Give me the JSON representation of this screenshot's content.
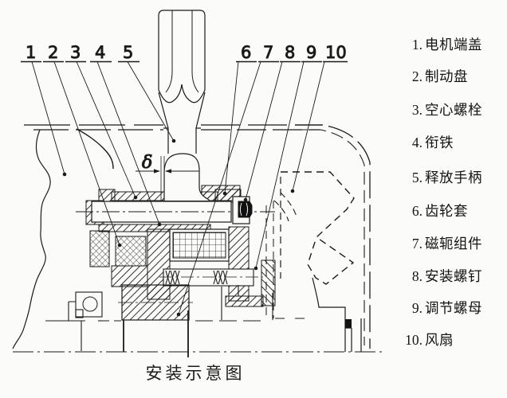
{
  "page": {
    "background_color": "#fbfbf9",
    "line_color": "#1b1b1b",
    "text_color": "#141414"
  },
  "caption": "安装示意图",
  "gap_symbol": "δ",
  "callouts": [
    {
      "label": "1"
    },
    {
      "label": "2"
    },
    {
      "label": "3"
    },
    {
      "label": "4"
    },
    {
      "label": "5"
    },
    {
      "label": "6"
    },
    {
      "label": "7"
    },
    {
      "label": "8"
    },
    {
      "label": "9"
    },
    {
      "label": "10"
    }
  ],
  "legend": {
    "items": [
      {
        "num": "1.",
        "label": "电机端盖"
      },
      {
        "num": "2.",
        "label": "制动盘"
      },
      {
        "num": "3.",
        "label": "空心螺栓"
      },
      {
        "num": "4.",
        "label": "衔铁"
      },
      {
        "num": "5.",
        "label": "释放手柄"
      },
      {
        "num": "6.",
        "label": "齿轮套"
      },
      {
        "num": "7.",
        "label": "磁轭组件"
      },
      {
        "num": "8.",
        "label": "安装螺钉"
      },
      {
        "num": "9.",
        "label": "调节螺母"
      },
      {
        "num": "10.",
        "label": "风扇"
      }
    ]
  }
}
